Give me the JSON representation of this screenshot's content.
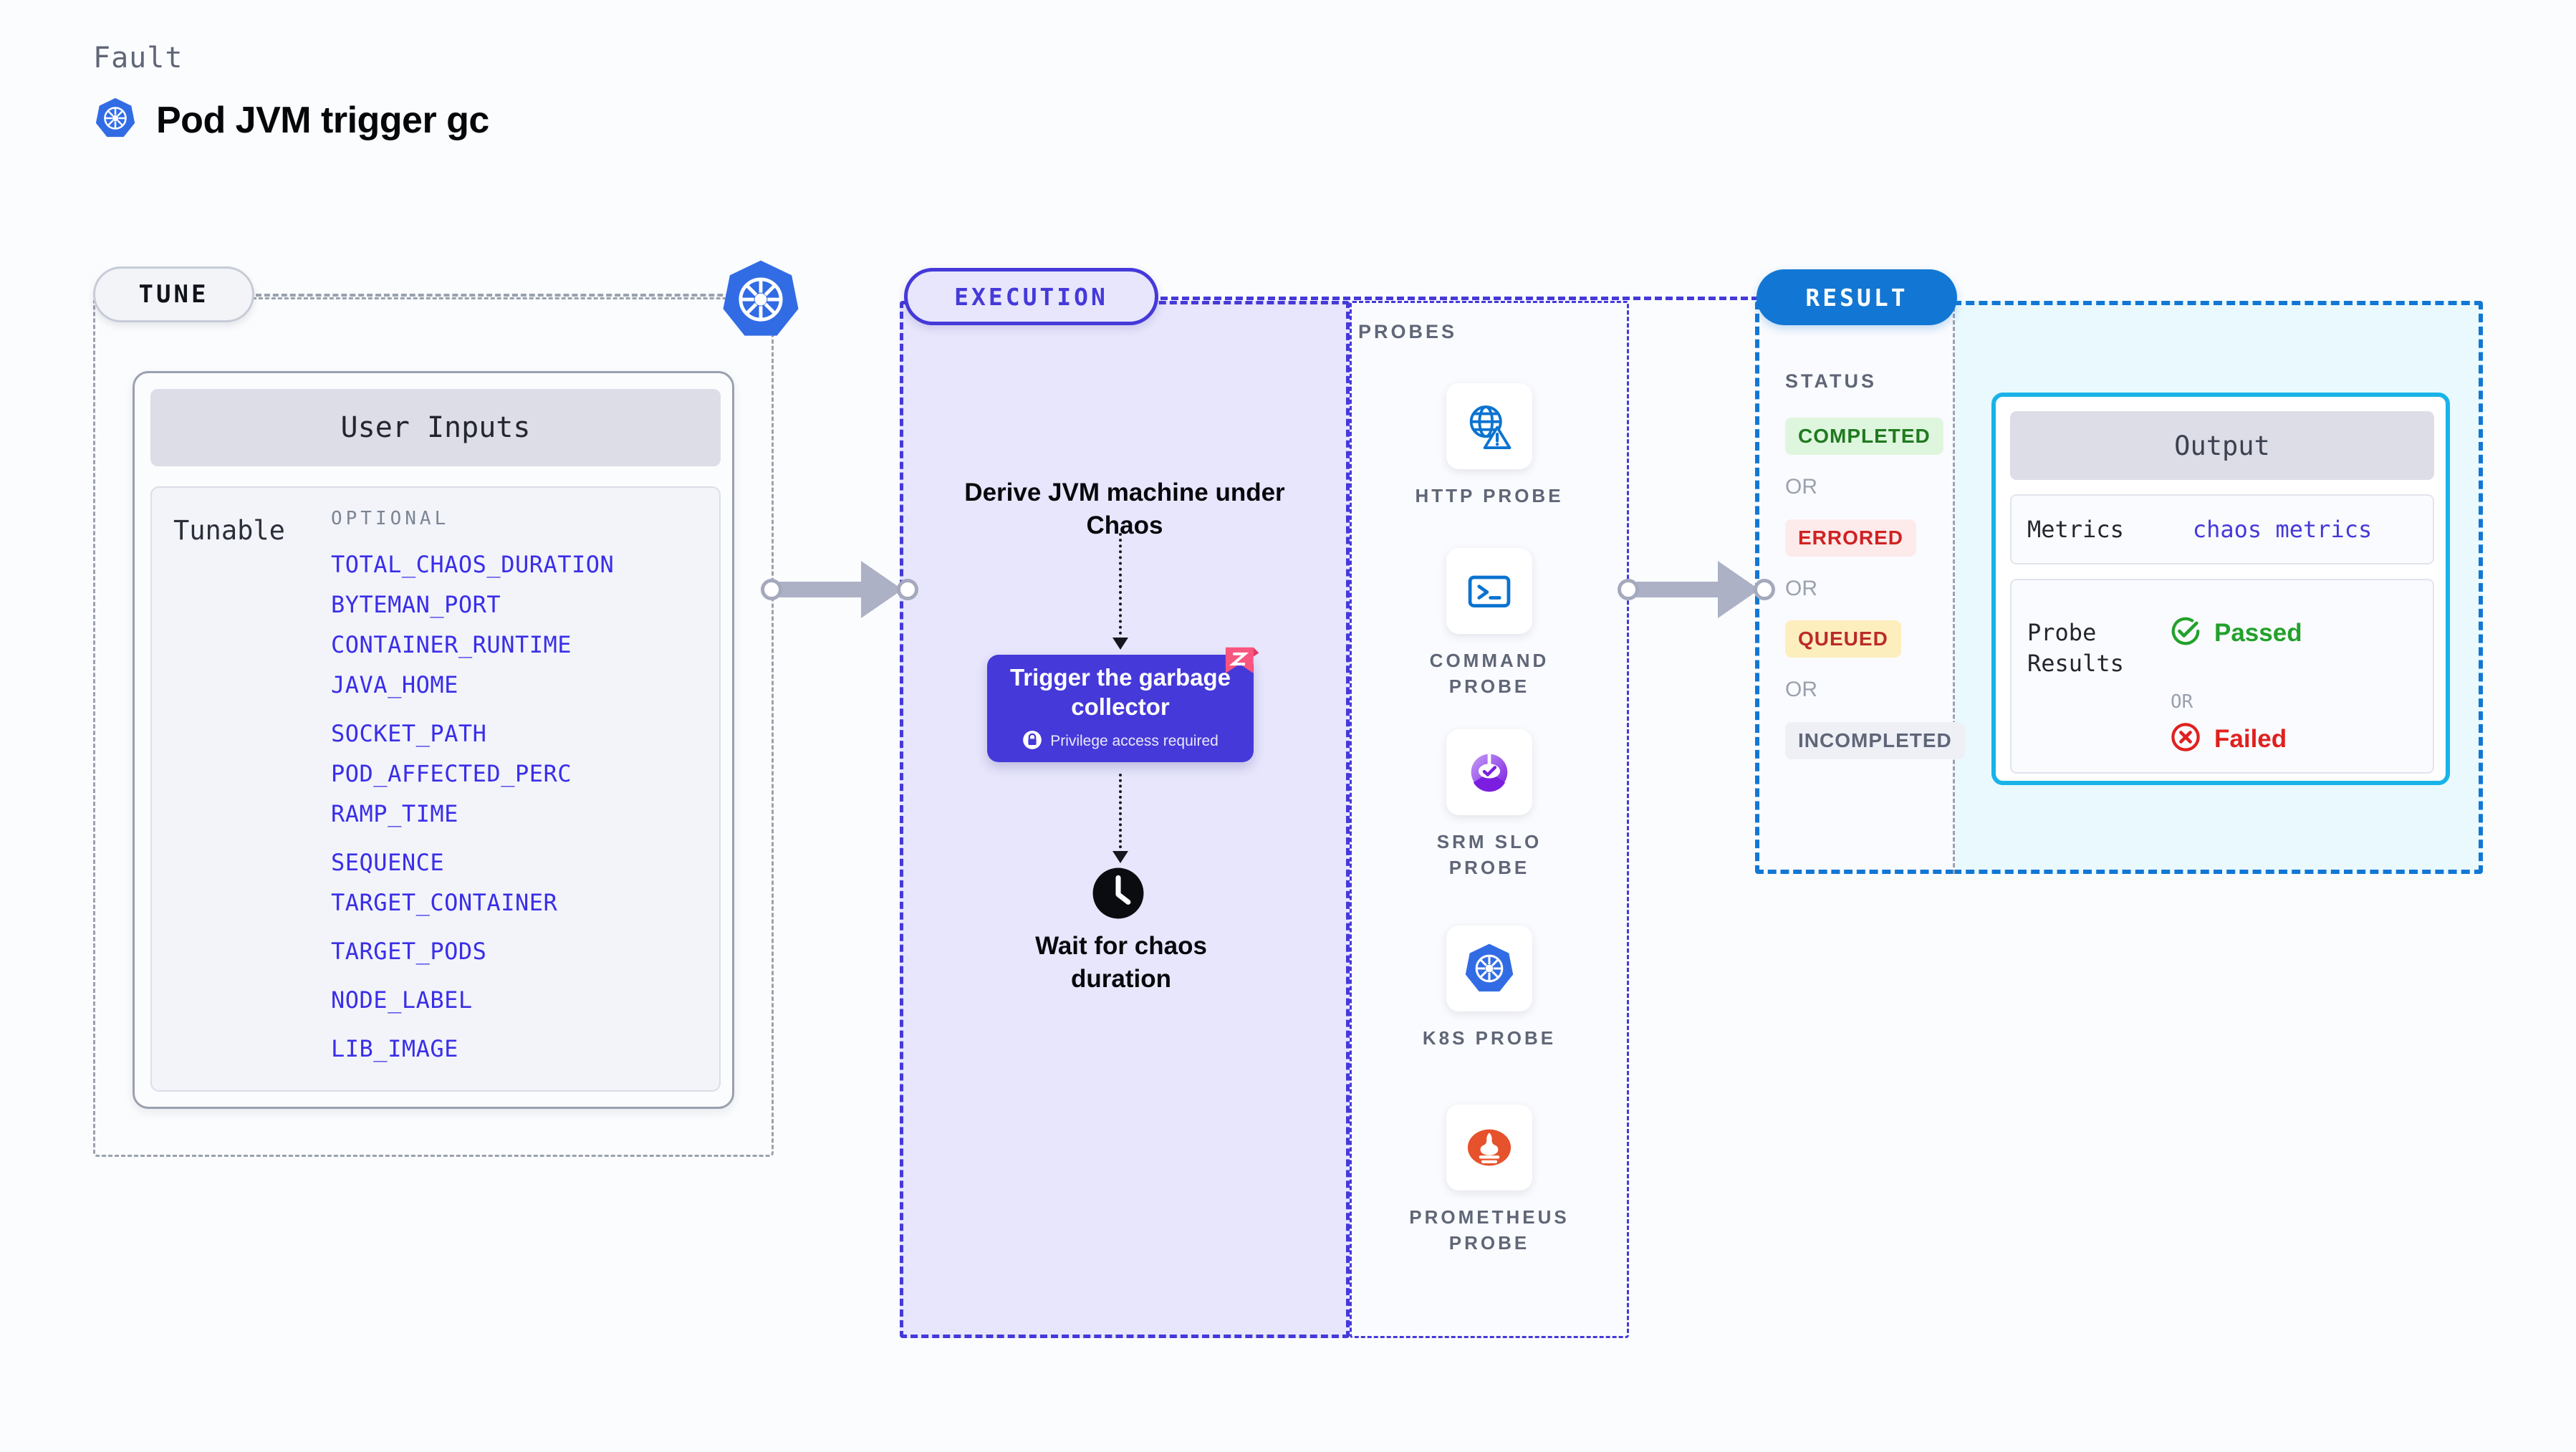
{
  "header": {
    "kicker": "Fault",
    "title": "Pod JVM trigger gc",
    "icon": "kubernetes-icon"
  },
  "tune": {
    "pill_label": "TUNE",
    "badge_icon": "kubernetes-icon",
    "card_title": "User Inputs",
    "tunable_label": "Tunable",
    "optional_label": "OPTIONAL",
    "params": [
      "TOTAL_CHAOS_DURATION",
      "BYTEMAN_PORT",
      "CONTAINER_RUNTIME",
      "JAVA_HOME",
      "SOCKET_PATH",
      "POD_AFFECTED_PERC",
      "RAMP_TIME",
      "SEQUENCE",
      "TARGET_CONTAINER",
      "TARGET_PODS",
      "NODE_LABEL",
      "LIB_IMAGE"
    ]
  },
  "execution": {
    "pill_label": "EXECUTION",
    "step_derive": "Derive JVM machine under Chaos",
    "action_card": {
      "title": "Trigger the garbage collector",
      "badge": "Privilege access required",
      "badge_icon": "lock-icon",
      "ribbon_icon": "ribbon-icon"
    },
    "step_wait": "Wait for chaos duration",
    "wait_icon": "clock-icon"
  },
  "probes": {
    "section_label": "PROBES",
    "items": [
      {
        "label": "HTTP PROBE",
        "icon": "globe-warning-icon"
      },
      {
        "label": "COMMAND PROBE",
        "icon": "terminal-icon"
      },
      {
        "label": "SRM SLO PROBE",
        "icon": "srm-slo-icon"
      },
      {
        "label": "K8S PROBE",
        "icon": "kubernetes-icon"
      },
      {
        "label": "PROMETHEUS PROBE",
        "icon": "prometheus-icon"
      }
    ]
  },
  "result": {
    "pill_label": "RESULT",
    "status_title": "STATUS",
    "or_label": "OR",
    "statuses": [
      {
        "label": "COMPLETED",
        "bg": "#dff6de",
        "fg": "#1f7a1f"
      },
      {
        "label": "ERRORED",
        "bg": "#fdeaea",
        "fg": "#cf2222"
      },
      {
        "label": "QUEUED",
        "bg": "#fdeebd",
        "fg": "#bb2b2b"
      },
      {
        "label": "INCOMPLETED",
        "bg": "#eef0f6",
        "fg": "#5f6677"
      }
    ],
    "output": {
      "title": "Output",
      "metrics_key": "Metrics",
      "metrics_value": "chaos metrics",
      "probe_results_key": "Probe Results",
      "passed_label": "Passed",
      "passed_icon": "check-circle-icon",
      "failed_label": "Failed",
      "failed_icon": "x-circle-icon",
      "or_label": "OR"
    }
  },
  "colors": {
    "accent_purple": "#4539d9",
    "accent_blue": "#1277d4",
    "accent_cyan": "#19b3e8",
    "k8s_blue": "#326ce5",
    "pink": "#f8557f",
    "success": "#22a12c",
    "danger": "#e0201e"
  }
}
